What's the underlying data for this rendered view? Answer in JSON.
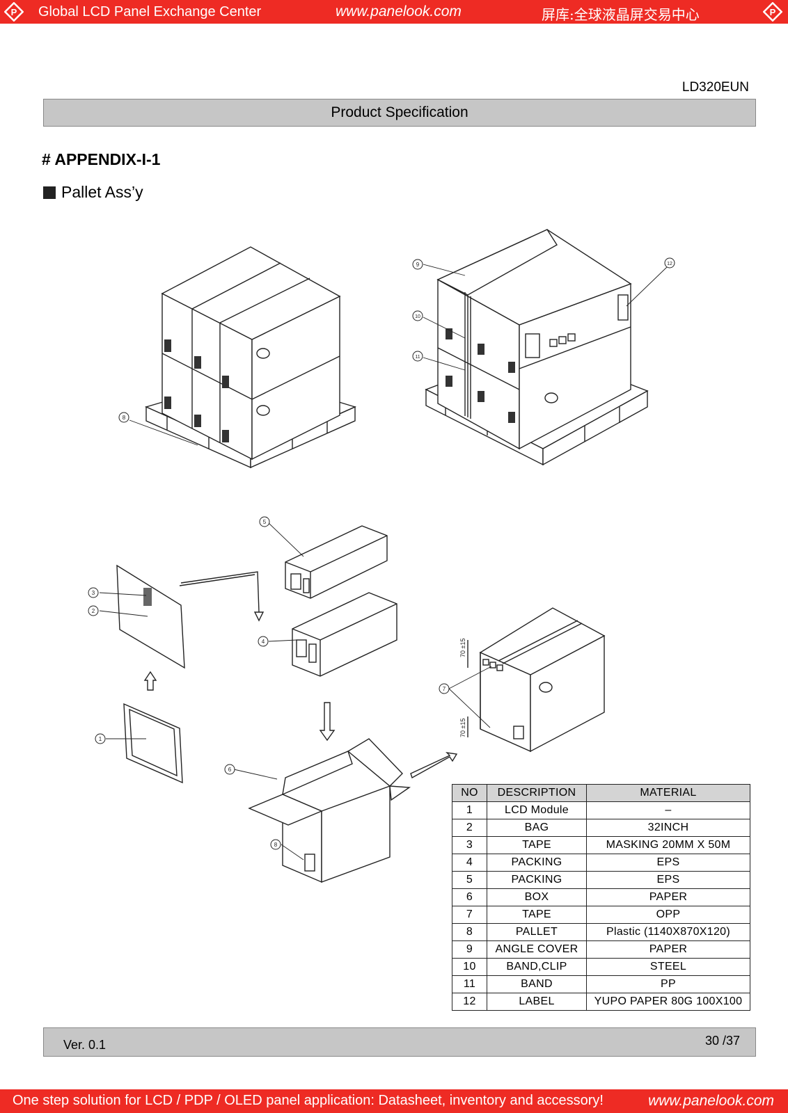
{
  "header": {
    "left": "Global LCD Panel Exchange Center",
    "center": "www.panelook.com",
    "right": "屏库:全球液晶屏交易中心"
  },
  "model": "LD320EUN",
  "spec_title": "Product Specification",
  "appendix": "# APPENDIX-I-1",
  "section": "Pallet Ass’y",
  "callouts": [
    "1",
    "2",
    "3",
    "4",
    "5",
    "6",
    "7",
    "8",
    "9",
    "10",
    "11",
    "12"
  ],
  "table": {
    "headers": [
      "NO",
      "DESCRIPTION",
      "MATERIAL"
    ],
    "rows": [
      [
        "1",
        "LCD Module",
        "–"
      ],
      [
        "2",
        "BAG",
        "32INCH"
      ],
      [
        "3",
        "TAPE",
        "MASKING 20MM X 50M"
      ],
      [
        "4",
        "PACKING",
        "EPS"
      ],
      [
        "5",
        "PACKING",
        "EPS"
      ],
      [
        "6",
        "BOX",
        "PAPER"
      ],
      [
        "7",
        "TAPE",
        "OPP"
      ],
      [
        "8",
        "PALLET",
        "Plastic (1140X870X120)"
      ],
      [
        "9",
        "ANGLE COVER",
        "PAPER"
      ],
      [
        "10",
        "BAND,CLIP",
        "STEEL"
      ],
      [
        "11",
        "BAND",
        "PP"
      ],
      [
        "12",
        "LABEL",
        "YUPO PAPER 80G 100X100"
      ]
    ]
  },
  "footer": {
    "version": "Ver. 0.1",
    "page": "30 /37"
  },
  "bottom": {
    "left": "One step solution for LCD / PDP / OLED panel application: Datasheet, inventory and accessory!",
    "right": "www.panelook.com"
  }
}
